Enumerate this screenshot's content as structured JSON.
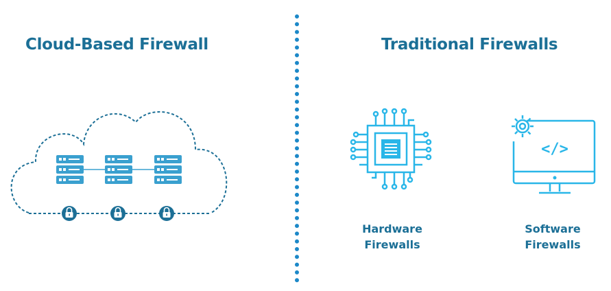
{
  "left_panel": {
    "title": "Cloud-Based Firewall"
  },
  "right_panel": {
    "title": "Traditional Firewalls",
    "items": [
      {
        "line1": "Hardware",
        "line2": "Firewalls",
        "icon": "chip-icon"
      },
      {
        "line1": "Software",
        "line2": "Firewalls",
        "icon": "monitor-code-icon"
      }
    ],
    "code_glyph": "</>"
  },
  "colors": {
    "title": "#1b6f96",
    "icon_stroke": "#29b6e8",
    "server_fill": "#3aa0cf",
    "lock_fill": "#1c6f96",
    "divider": "#1c88c8"
  }
}
